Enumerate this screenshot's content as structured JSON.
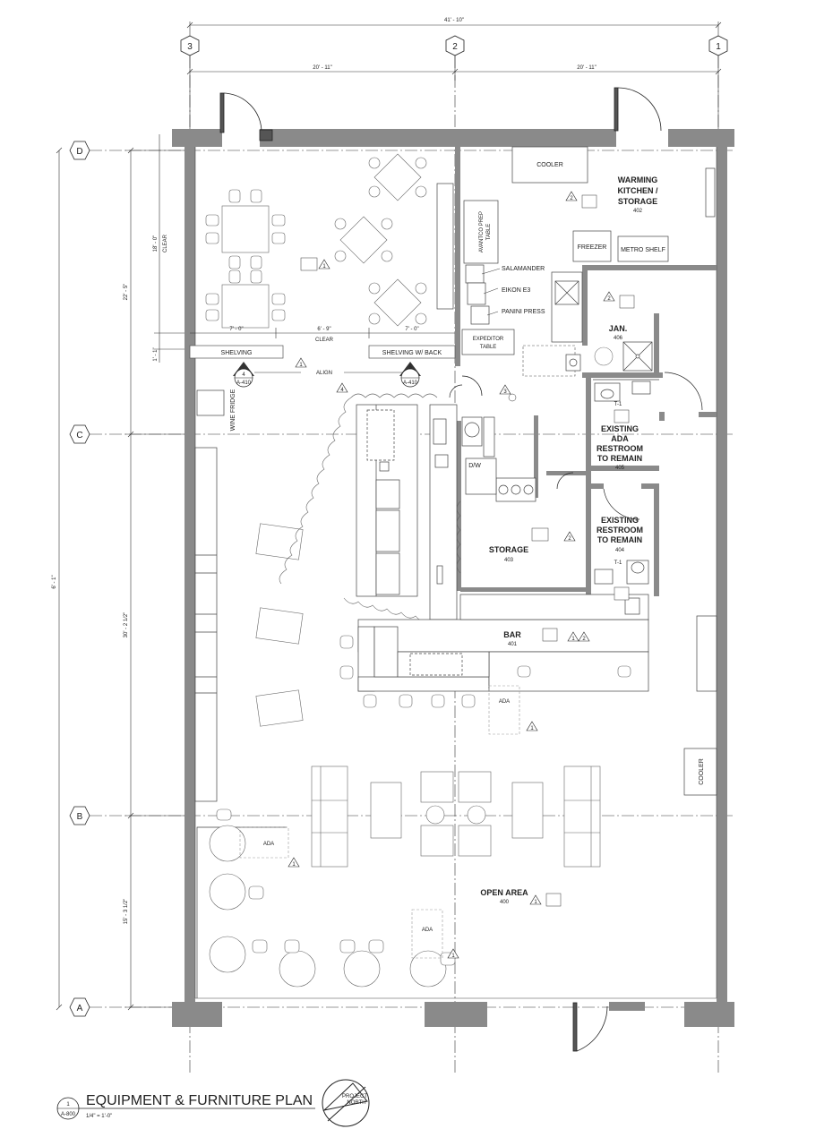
{
  "dimensions": {
    "overall_width": "41' - 10\"",
    "left_half": "20' - 11\"",
    "right_half": "20' - 11\"",
    "overall_height": "6' - 1\"",
    "seg_d_upper": "22' - 5\"",
    "seg_upper": "18' - 0\"",
    "seg_upper_note": "CLEAR",
    "seg_small": "1' - 1\"",
    "seg_mid": "30' - 2 1/2\"",
    "seg_low": "15' - 3 1/2\"",
    "gap_left": "7' - 0\"",
    "gap_mid": "6' - 9\"",
    "gap_right": "7' - 0\"",
    "gap_note": "CLEAR"
  },
  "grid_columns": [
    "3",
    "2",
    "1"
  ],
  "grid_rows": [
    "D",
    "C",
    "B",
    "A"
  ],
  "rooms": {
    "warming": {
      "line1": "WARMING",
      "line2": "KITCHEN /",
      "line3": "STORAGE",
      "num": "402"
    },
    "jan": {
      "name": "JAN.",
      "num": "406"
    },
    "rr405": {
      "line1": "EXISTING",
      "line2": "ADA",
      "line3": "RESTROOM",
      "line4": "TO REMAIN",
      "num": "405"
    },
    "rr404": {
      "line1": "EXISTING",
      "line2": "RESTROOM",
      "line3": "TO REMAIN",
      "num": "404"
    },
    "storage": {
      "name": "STORAGE",
      "num": "403"
    },
    "bar": {
      "name": "BAR",
      "num": "401"
    },
    "open": {
      "name": "OPEN AREA",
      "num": "400"
    }
  },
  "equipment": {
    "cooler_top": "COOLER",
    "freezer": "FREEZER",
    "metro_shelf": "METRO SHELF",
    "prep_table": "AVANTCO PREP",
    "prep_table2": "TABLE",
    "salamander": "SALAMANDER",
    "eikon": "EIKON E3",
    "panini": "PANINI PRESS",
    "expeditor": "EXPEDITOR",
    "expeditor2": "TABLE",
    "shelving": "SHELVING",
    "shelving_back": "SHELVING W/ BACK",
    "align": "ALIGN",
    "wine_fridge": "WINE FRIDGE",
    "dw": "D/W",
    "cooler_right": "COOLER",
    "ada": "ADA",
    "t1": "T-1"
  },
  "section_marks": {
    "left_num": "4",
    "left_ref": "A-410",
    "right_num": "5",
    "right_ref": "A-410"
  },
  "revisions": [
    "1",
    "2",
    "3",
    "4"
  ],
  "title_block": {
    "detail_num": "1",
    "sheet": "A-800",
    "title": "EQUIPMENT & FURNITURE PLAN",
    "scale": "1/4\" = 1'-0\"",
    "north_line1": "PROJECT",
    "north_line2": "NORTH"
  }
}
